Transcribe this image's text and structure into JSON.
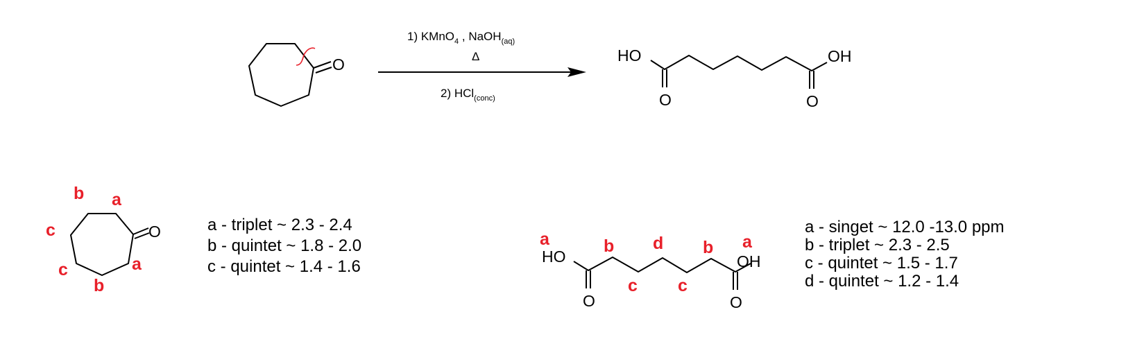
{
  "colors": {
    "label": "#e8202a",
    "bond": "#000000"
  },
  "reaction": {
    "step1_prefix": "1) KMnO",
    "step1_sub1": "4",
    "step1_mid": " , NaOH",
    "step1_sub2": "(aq)",
    "heat": "Δ",
    "step2_prefix": "2) HCl",
    "step2_sub": "(conc)"
  },
  "atoms": {
    "ketone_o": "O",
    "acid_ho": "HO",
    "acid_oh": "OH",
    "carbonyl_o": "O"
  },
  "ketone_labels": {
    "b1": "b",
    "a1": "a",
    "c1": "c",
    "c2": "c",
    "a2": "a",
    "b2": "b"
  },
  "ketone_nmr": [
    "a - triplet ~ 2.3 - 2.4",
    "b - quintet ~ 1.8 - 2.0",
    "c - quintet ~ 1.4 - 1.6"
  ],
  "acid_labels": {
    "a1": "a",
    "b1": "b",
    "d": "d",
    "b2": "b",
    "a2": "a",
    "c1": "c",
    "c2": "c"
  },
  "acid_nmr": [
    "a - singet ~ 12.0 -13.0 ppm",
    "b - triplet ~ 2.3 - 2.5",
    "c - quintet ~ 1.5 - 1.7",
    "d - quintet ~ 1.2 - 1.4"
  ]
}
